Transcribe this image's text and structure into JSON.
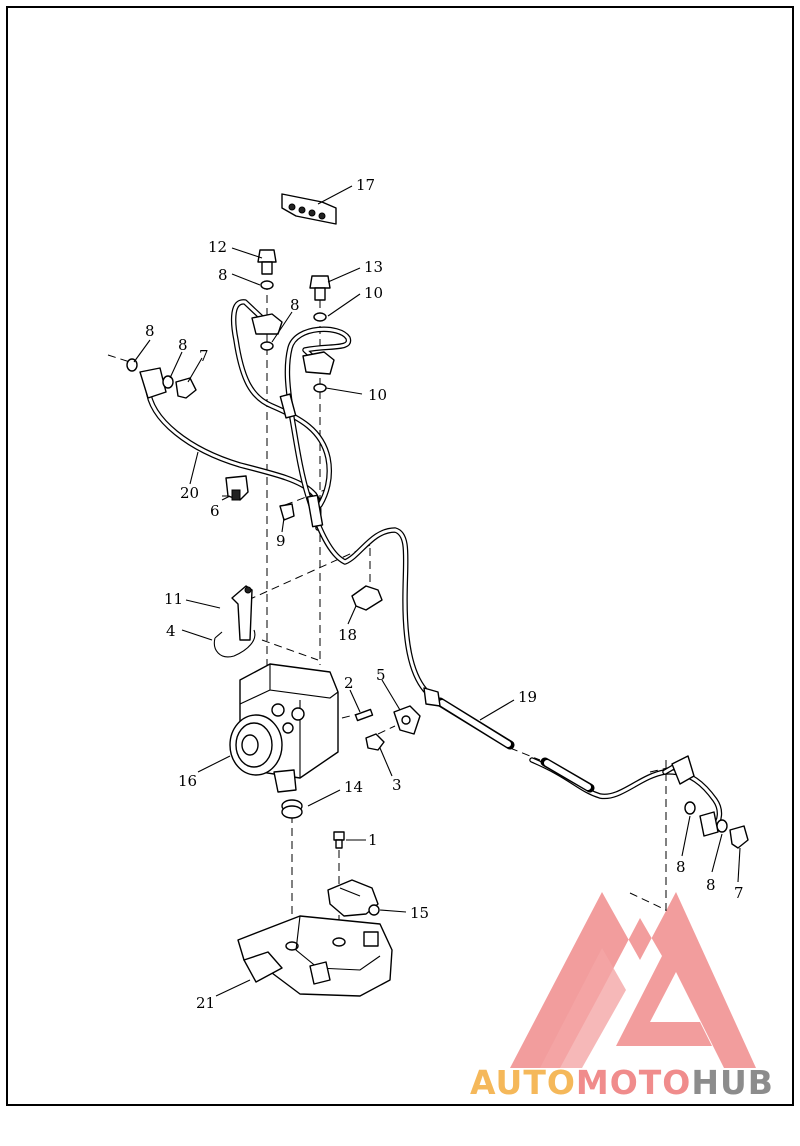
{
  "diagram": {
    "callouts": [
      {
        "id": "c17",
        "text": "17"
      },
      {
        "id": "c12",
        "text": "12"
      },
      {
        "id": "c13",
        "text": "13"
      },
      {
        "id": "c8a",
        "text": "8"
      },
      {
        "id": "c8b",
        "text": "8"
      },
      {
        "id": "c10a",
        "text": "10"
      },
      {
        "id": "c8c",
        "text": "8"
      },
      {
        "id": "c8d",
        "text": "8"
      },
      {
        "id": "c7a",
        "text": "7"
      },
      {
        "id": "c10b",
        "text": "10"
      },
      {
        "id": "c20",
        "text": "20"
      },
      {
        "id": "c6",
        "text": "6"
      },
      {
        "id": "c9",
        "text": "9"
      },
      {
        "id": "c11",
        "text": "11"
      },
      {
        "id": "c4",
        "text": "4"
      },
      {
        "id": "c18",
        "text": "18"
      },
      {
        "id": "c2",
        "text": "2"
      },
      {
        "id": "c5",
        "text": "5"
      },
      {
        "id": "c19",
        "text": "19"
      },
      {
        "id": "c16",
        "text": "16"
      },
      {
        "id": "c3",
        "text": "3"
      },
      {
        "id": "c14",
        "text": "14"
      },
      {
        "id": "c1",
        "text": "1"
      },
      {
        "id": "c15",
        "text": "15"
      },
      {
        "id": "c8e",
        "text": "8"
      },
      {
        "id": "c8f",
        "text": "8"
      },
      {
        "id": "c7b",
        "text": "7"
      },
      {
        "id": "c21",
        "text": "21"
      }
    ]
  },
  "watermark": {
    "part1": "AUTO",
    "part2": "MOTO",
    "part3": "HUB",
    "color_primary": "#f08c8c",
    "color_orange": "#f5b85a",
    "color_gray": "#8c8c8c"
  }
}
